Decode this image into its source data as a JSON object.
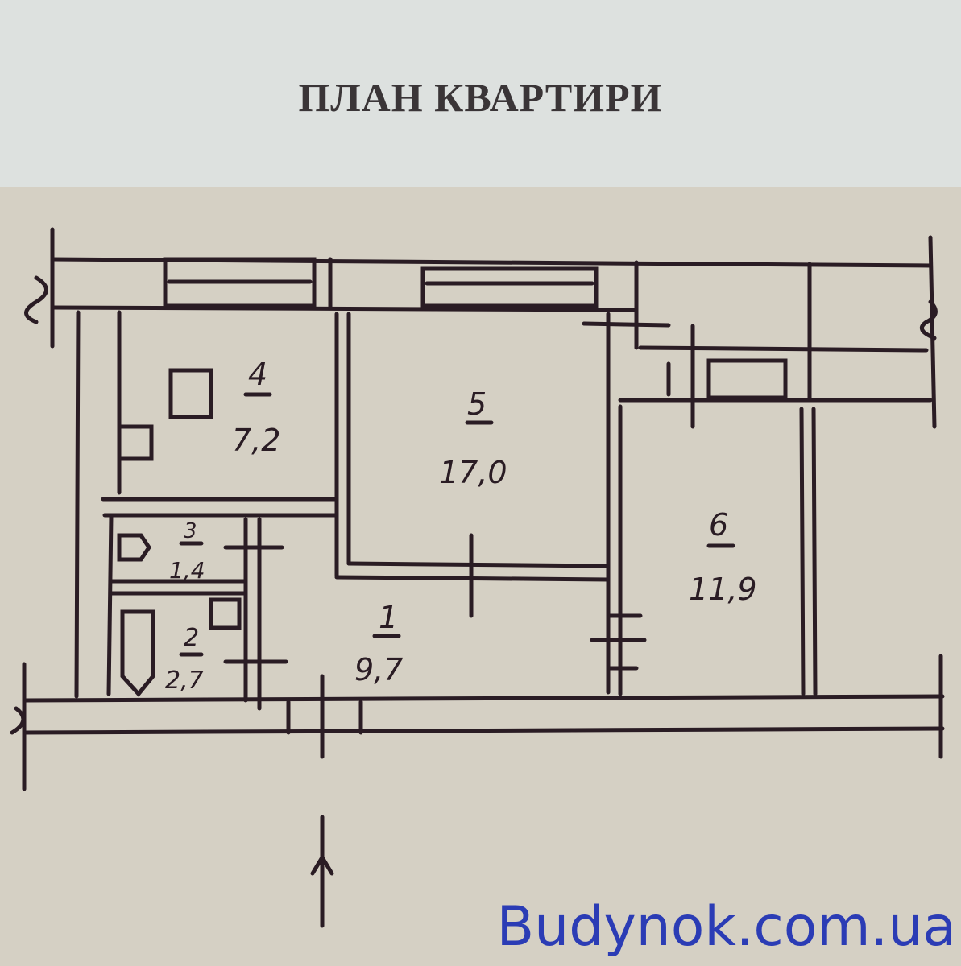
{
  "title": "ПЛАН КВАРТИРИ",
  "rooms": [
    {
      "number": "1",
      "area": "9,7"
    },
    {
      "number": "2",
      "area": "2,7"
    },
    {
      "number": "3",
      "area": "1,4"
    },
    {
      "number": "4",
      "area": "7,2"
    },
    {
      "number": "5",
      "area": "17,0"
    },
    {
      "number": "6",
      "area": "11,9"
    }
  ],
  "watermark": "Budynok.com.ua",
  "colors": {
    "ink": "#2a1c24",
    "watermark": "#2b3cb5",
    "paper": "#d5d0c4",
    "header": "#dde1df"
  }
}
